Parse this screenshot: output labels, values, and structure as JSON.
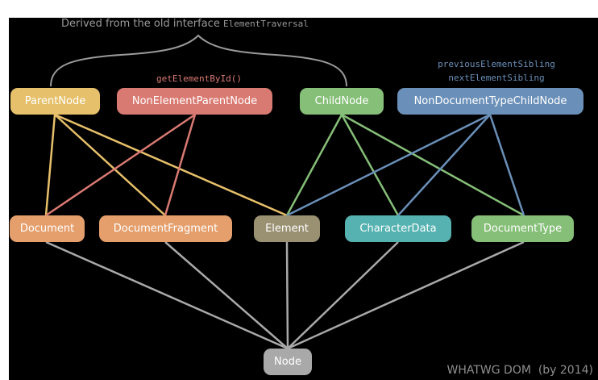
{
  "caption": {
    "prefix": "Derived from the old interface",
    "code": "ElementTraversal"
  },
  "annotations": {
    "nonelement_parent": "getElementById()",
    "sibling_1": "previousElementSibling",
    "sibling_2": "nextElementSibling"
  },
  "nodes": {
    "parentnode": "ParentNode",
    "nonelementparentnode": "NonElementParentNode",
    "childnode": "ChildNode",
    "nondocumenttypechildnode": "NonDocumentTypeChildNode",
    "document": "Document",
    "documentfragment": "DocumentFragment",
    "element": "Element",
    "characterdata": "CharacterData",
    "documenttype": "DocumentType",
    "node": "Node"
  },
  "footer": "WHATWG DOM  (by 2014)",
  "colors": {
    "background": "#000000",
    "parentnode": "#e6c06a",
    "nonelementparentnode": "#d97a72",
    "childnode": "#86bf78",
    "nondocumenttypechildnode": "#6a8fb8",
    "document": "#e59f6c",
    "documentfragment": "#e59f6c",
    "element": "#9a9072",
    "characterdata": "#55b2b0",
    "documenttype": "#86bf78",
    "node": "#a9a9a9",
    "annotation_red": "#d97a72",
    "annotation_blue": "#6a8fb8",
    "caption": "#9a9a9a"
  }
}
